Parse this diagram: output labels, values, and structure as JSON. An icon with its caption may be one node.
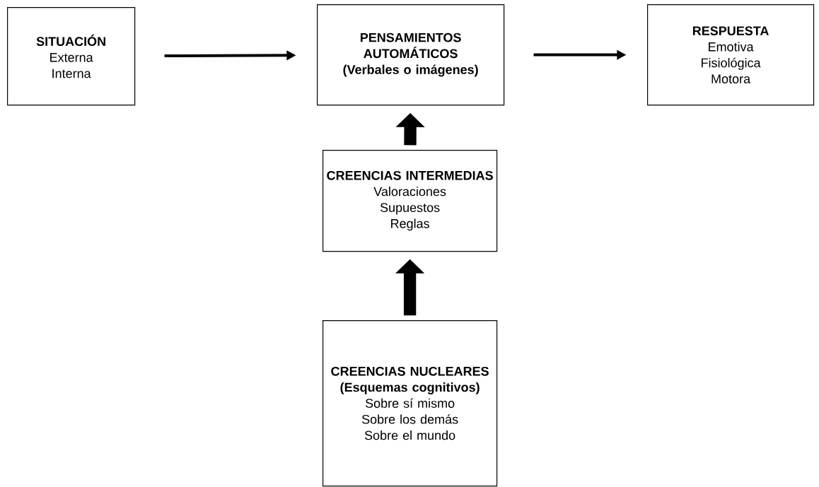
{
  "diagram": {
    "nodes": [
      {
        "text": [
          "SITUACIÓN",
          "Externa",
          "Interna"
        ]
      },
      {
        "text": [
          "PENSAMIENTOS AUTOMÁTICOS",
          "(Verbales o imágenes)"
        ]
      },
      {
        "text": [
          "RESPUESTA",
          "Emotiva",
          "Fisiológica",
          "Motora"
        ]
      },
      {
        "text": [
          "CREENCIAS INTERMEDIAS",
          "Valoraciones",
          "Supuestos",
          "Reglas"
        ]
      },
      {
        "text": [
          "CREENCIAS NUCLEARES",
          "(Esquemas cognitivos)",
          "Sobre sí mismo",
          "Sobre los demás",
          "Sobre el mundo"
        ]
      }
    ],
    "edges": [
      {
        "from": 0,
        "to": 1,
        "arrow": "to"
      },
      {
        "from": 1,
        "to": 2,
        "arrow": "to"
      },
      {
        "from": 3,
        "to": 1,
        "arrow": "to",
        "style": "thick"
      },
      {
        "from": 4,
        "to": 3,
        "arrow": "to",
        "style": "thick"
      }
    ]
  }
}
